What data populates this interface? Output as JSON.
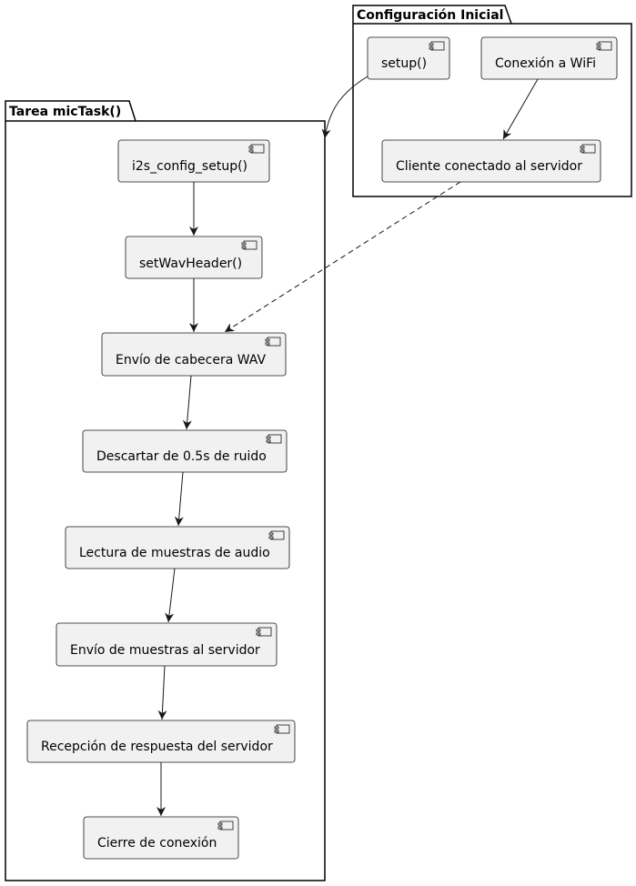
{
  "packages": {
    "config": {
      "title": "Configuración Inicial"
    },
    "mictask": {
      "title": "Tarea micTask()"
    }
  },
  "components": {
    "setup": "setup()",
    "wifi": "Conexión a WiFi",
    "client": "Cliente conectado al servidor",
    "i2s": "i2s_config_setup()",
    "wavheader": "setWavHeader()",
    "send_header": "Envío de cabecera WAV",
    "discard": "Descartar de 0.5s de ruido",
    "read": "Lectura de muestras de audio",
    "send_samples": "Envío de muestras al servidor",
    "receive": "Recepción de respuesta del servidor",
    "close": "Cierre de conexión"
  },
  "colors": {
    "component_fill": "#f1f1f1",
    "component_stroke": "#181818",
    "package_stroke": "#000000",
    "arrow": "#181818"
  }
}
